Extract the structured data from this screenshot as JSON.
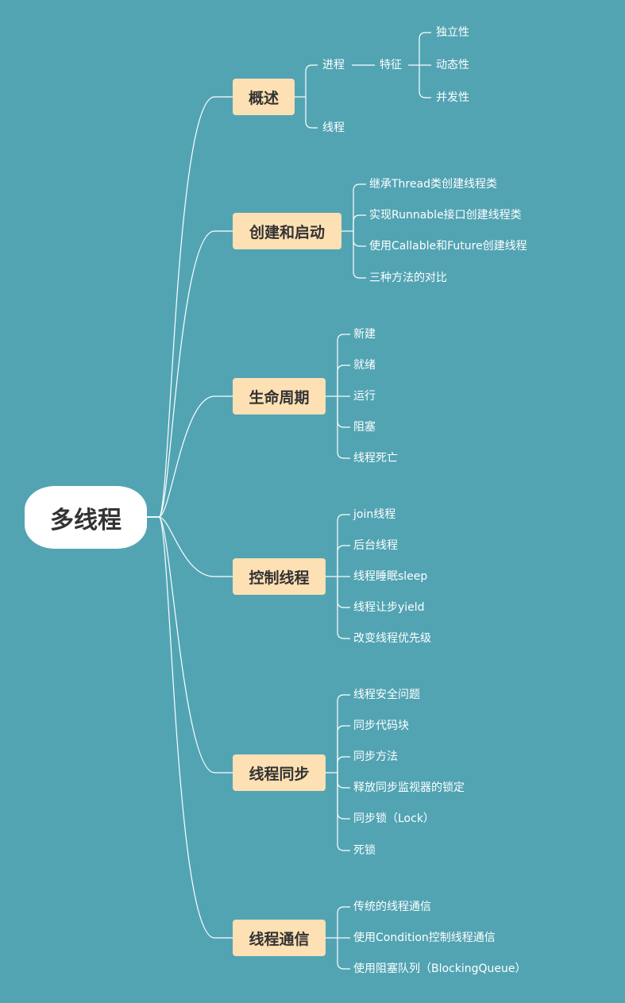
{
  "root": "多线程",
  "branches": {
    "overview": {
      "label": "概述",
      "process": "进程",
      "feature": "特征",
      "traits": [
        "独立性",
        "动态性",
        "并发性"
      ],
      "thread": "线程"
    },
    "create": {
      "label": "创建和启动",
      "items": [
        "继承Thread类创建线程类",
        "实现Runnable接口创建线程类",
        "使用Callable和Future创建线程",
        "三种方法的对比"
      ]
    },
    "lifecycle": {
      "label": "生命周期",
      "items": [
        "新建",
        "就绪",
        "运行",
        "阻塞",
        "线程死亡"
      ]
    },
    "control": {
      "label": "控制线程",
      "items": [
        "join线程",
        "后台线程",
        "线程睡眠sleep",
        "线程让步yield",
        "改变线程优先级"
      ]
    },
    "sync": {
      "label": "线程同步",
      "items": [
        "线程安全问题",
        "同步代码块",
        "同步方法",
        "释放同步监视器的锁定",
        "同步锁（Lock）",
        "死锁"
      ]
    },
    "comm": {
      "label": "线程通信",
      "items": [
        "传统的线程通信",
        "使用Condition控制线程通信",
        "使用阻塞队列（BlockingQueue）"
      ]
    }
  }
}
